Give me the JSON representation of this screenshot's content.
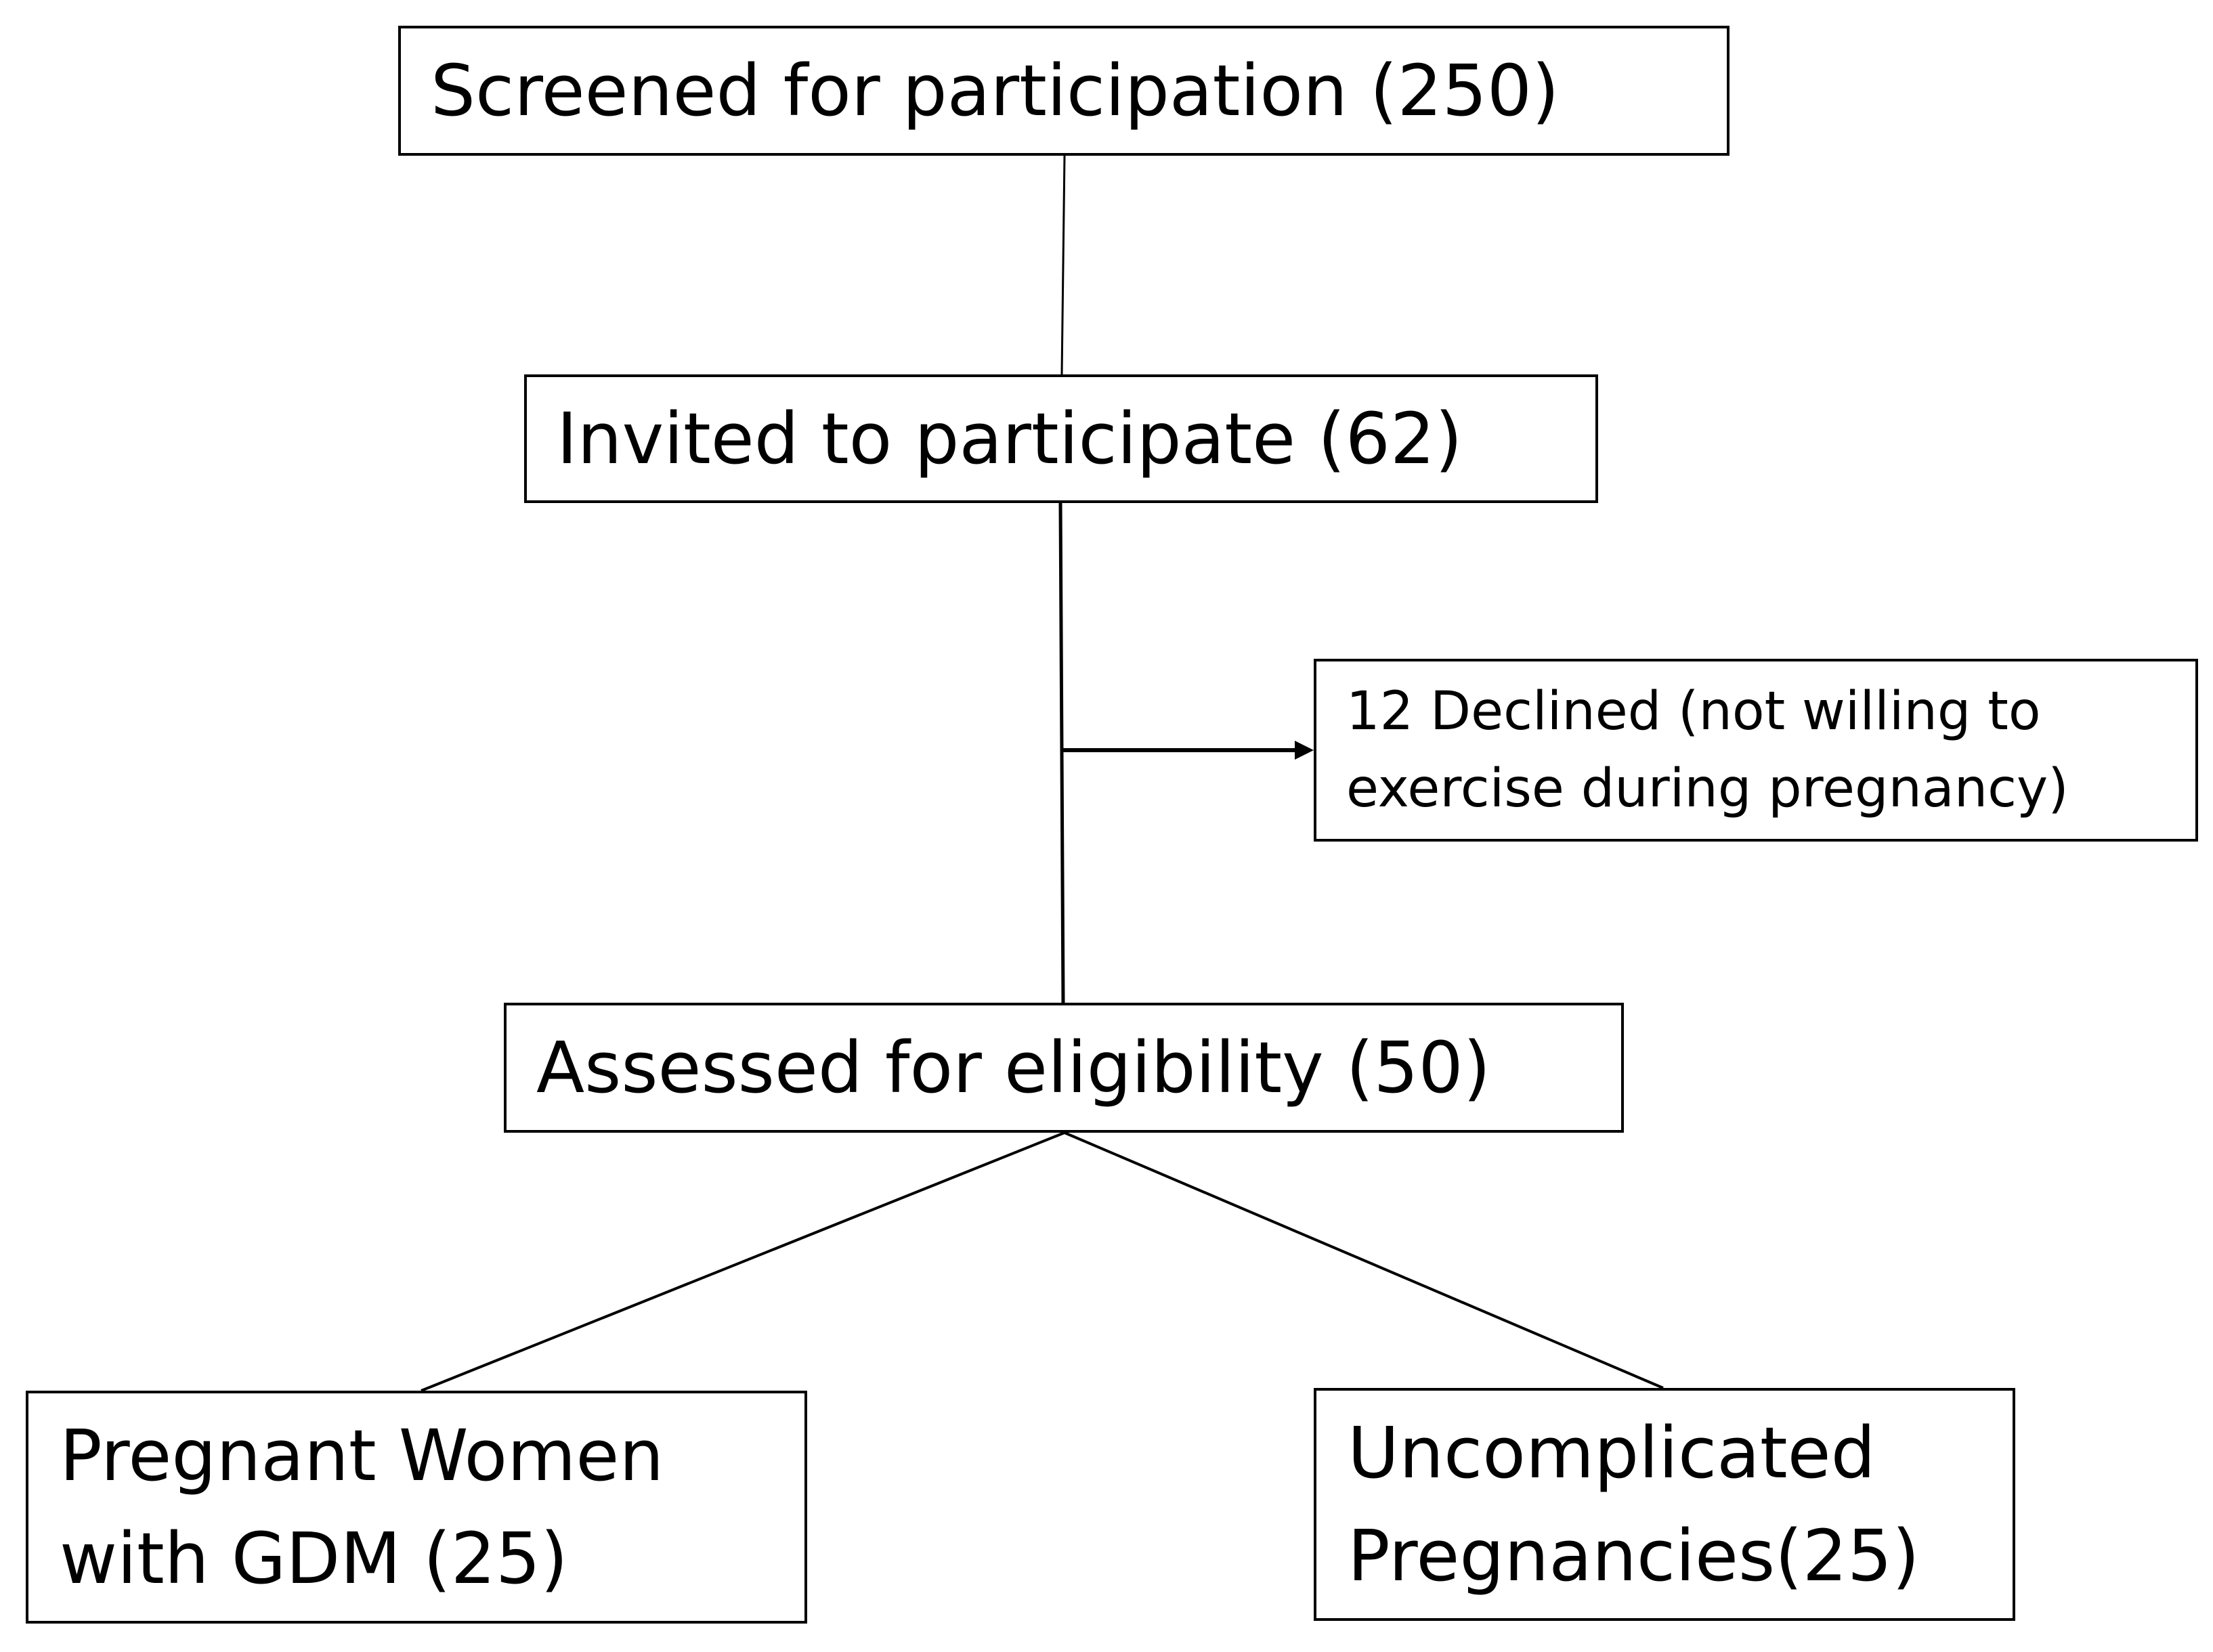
{
  "flowchart": {
    "screened": "Screened for participation (250)",
    "invited": "Invited to participate (62)",
    "declined": "12 Declined (not willing to\nexercise during pregnancy)",
    "assessed": "Assessed for eligibility (50)",
    "gdm": "Pregnant Women\nwith GDM (25)",
    "uncomplicated": "Uncomplicated\nPregnancies(25)"
  },
  "colors": {
    "line": "#000000",
    "box_border": "#000000",
    "background": "#ffffff"
  }
}
